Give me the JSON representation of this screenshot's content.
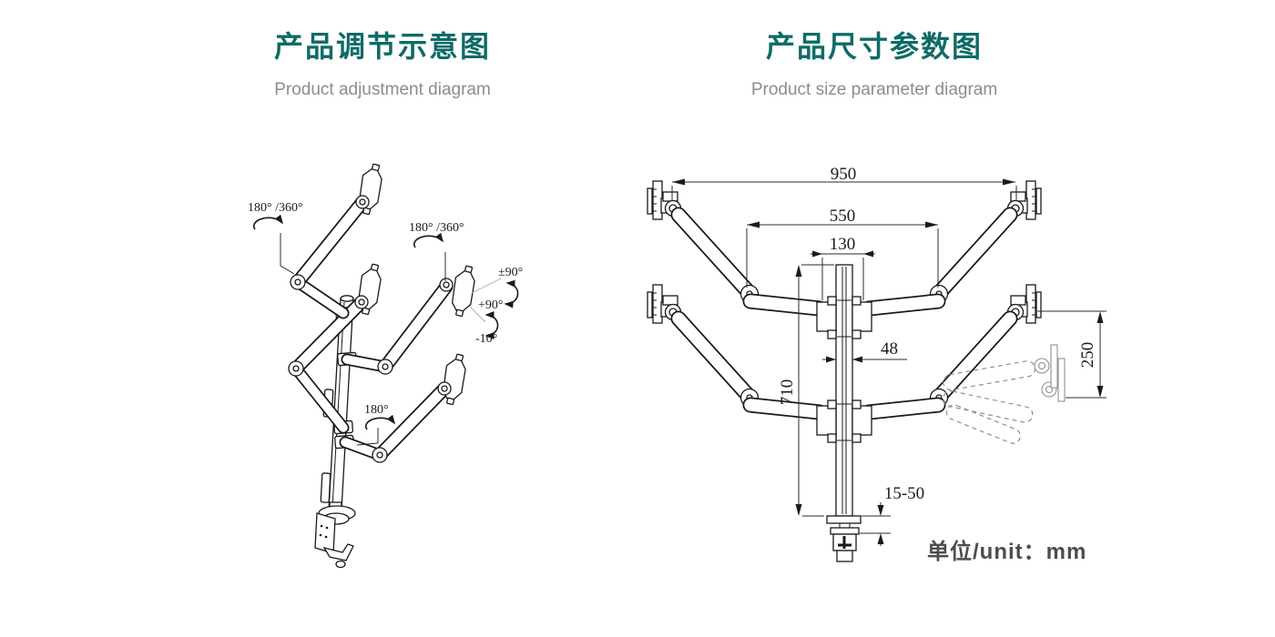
{
  "left_section": {
    "title_zh": "产品调节示意图",
    "title_en": "Product adjustment diagram",
    "labels": {
      "rotate_arm_top": "180° /360°",
      "rotate_arm_right": "180° /360°",
      "swivel": "±90°",
      "tilt_up": "+90°",
      "tilt_down": "-10°",
      "rotate_pole": "180°"
    }
  },
  "right_section": {
    "title_zh": "产品尺寸参数图",
    "title_en": "Product size parameter diagram",
    "dimensions": {
      "overall_width": "950",
      "arm_span": "550",
      "top_clearance": "130",
      "pole_width": "48",
      "pole_height": "710",
      "lift_range": "250",
      "clamp_range": "15-50"
    },
    "unit_label": "单位/unit：mm"
  },
  "colors": {
    "title_teal": "#0e6b66",
    "subtitle_gray": "#8c8c8c",
    "line_black": "#1a1a1a",
    "ghost_gray": "#8f8f8f",
    "unit_gray": "#4d4d4d"
  }
}
